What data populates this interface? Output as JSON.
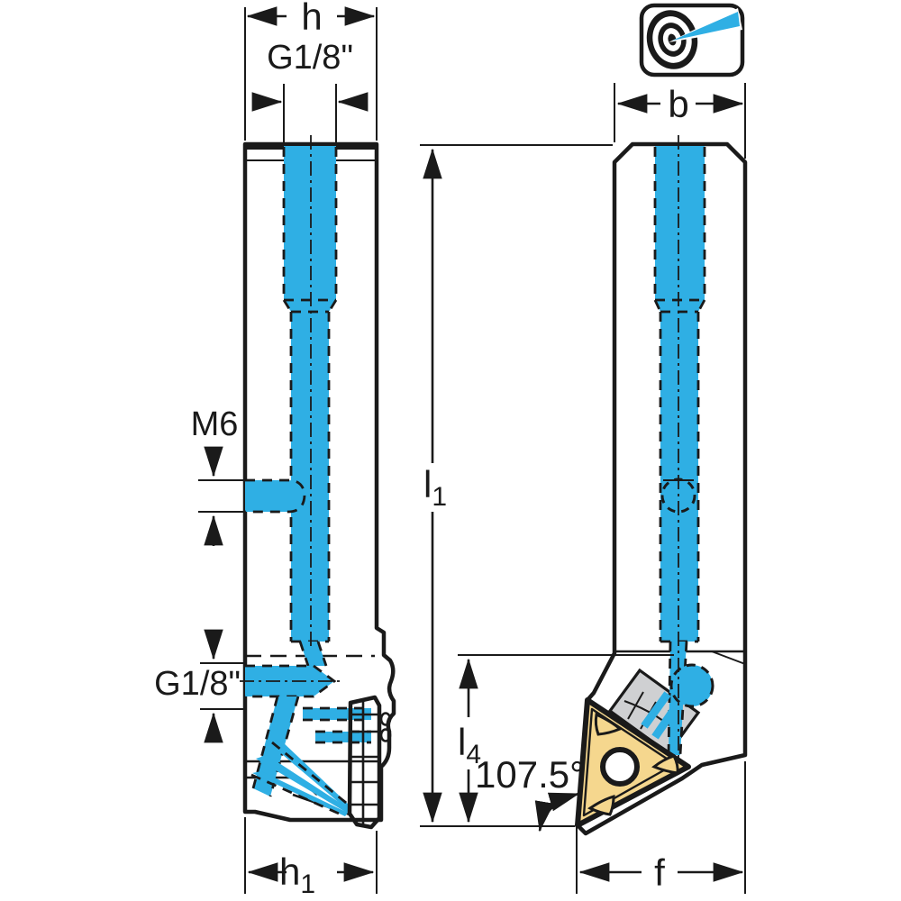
{
  "labels": {
    "h": "h",
    "g18_top": "G1/8\"",
    "m6": "M6",
    "g18_side": "G1/8\"",
    "h1": {
      "base": "h",
      "sub": "1"
    },
    "b": "b",
    "l1": {
      "base": "l",
      "sub": "1"
    },
    "l4": {
      "base": "l",
      "sub": "4"
    },
    "angle": "107.5°",
    "f": "f"
  },
  "colors": {
    "coolant_blue": "#2FAFE4",
    "body_gray": "#D4D5D7",
    "insert_yellow": "#F5D78E",
    "outline_black": "#1A1A1A",
    "background": "#FFFFFF"
  },
  "icons": [
    {
      "name": "coolant-target-logo",
      "description": "target with blue coolant beam"
    }
  ]
}
